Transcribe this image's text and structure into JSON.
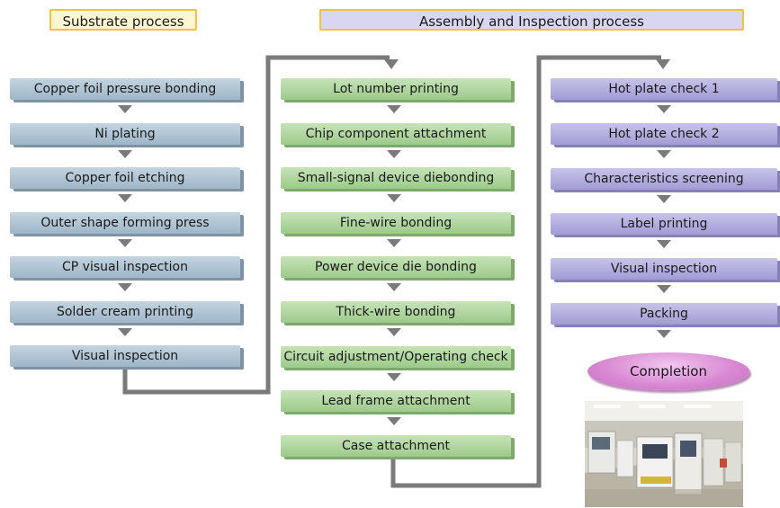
{
  "headers": {
    "substrate": "Substrate process",
    "assembly": "Assembly and Inspection process"
  },
  "substrate_steps": [
    "Copper foil pressure bonding",
    "Ni plating",
    "Copper foil etching",
    "Outer shape forming press",
    "CP visual inspection",
    "Solder cream printing",
    "Visual inspection"
  ],
  "assembly_steps": [
    "Lot number printing",
    "Chip component attachment",
    [
      "Small-signal device die",
      "bonding"
    ],
    "Fine-wire bonding",
    "Power device die bonding",
    "Thick-wire bonding",
    [
      "Circuit adjustment/",
      "Operating check"
    ],
    "Lead frame attachment",
    "Case attachment"
  ],
  "inspection_steps": [
    "Hot plate check  1",
    "Hot plate check  2",
    "Characteristics screening",
    "Label printing",
    "Visual inspection",
    "Packing"
  ],
  "completion": "Completion",
  "colors": {
    "substrate_box": "#a9bfcf",
    "assembly_box": "#a9d497",
    "inspection_box": "#aba6dc",
    "completion": "#d98ad3",
    "arrow": "#7a7a7a",
    "header_border": "#f2c23a"
  }
}
